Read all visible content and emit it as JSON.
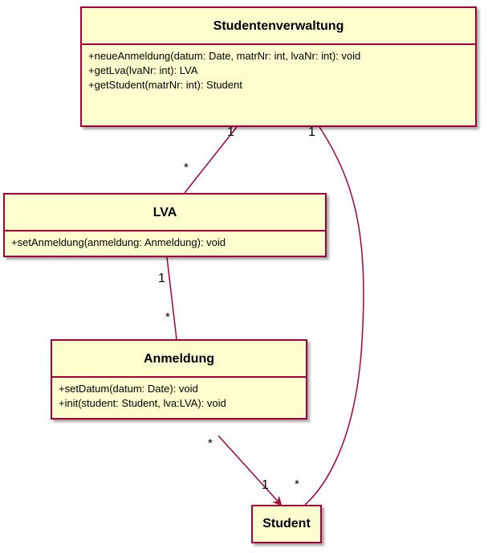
{
  "colors": {
    "class_fill": "#fefece",
    "class_border": "#a80036",
    "association_line": "#a80036"
  },
  "classes": {
    "studentenverwaltung": {
      "name": "Studentenverwaltung",
      "operations": [
        "+neueAnmeldung(datum: Date, matrNr: int, lvaNr: int): void",
        "+getLva(lvaNr: int): LVA",
        "+getStudent(matrNr: int): Student"
      ]
    },
    "lva": {
      "name": "LVA",
      "operations": [
        "+setAnmeldung(anmeldung: Anmeldung): void"
      ]
    },
    "anmeldung": {
      "name": "Anmeldung",
      "operations": [
        "+setDatum(datum: Date): void",
        "+init(student: Student, lva:LVA): void"
      ]
    },
    "student": {
      "name": "Student"
    }
  },
  "associations": [
    {
      "from": "Studentenverwaltung",
      "to": "LVA",
      "from_mult": "1",
      "to_mult": "*"
    },
    {
      "from": "Studentenverwaltung",
      "to": "Student",
      "from_mult": "1",
      "to_mult": "*"
    },
    {
      "from": "LVA",
      "to": "Anmeldung",
      "from_mult": "1",
      "to_mult": "*"
    },
    {
      "from": "Anmeldung",
      "to": "Student",
      "from_mult": "*",
      "to_mult": "1",
      "directed": true
    }
  ]
}
